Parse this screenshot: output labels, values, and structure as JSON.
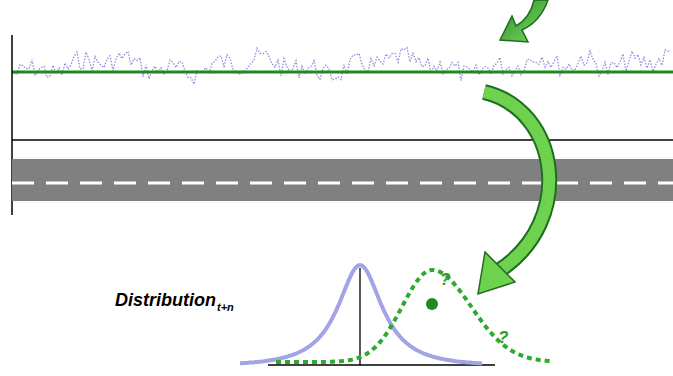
{
  "diagram": {
    "labels": [
      "Distribution",
      "t+n",
      "?",
      "?"
    ]
  }
}
